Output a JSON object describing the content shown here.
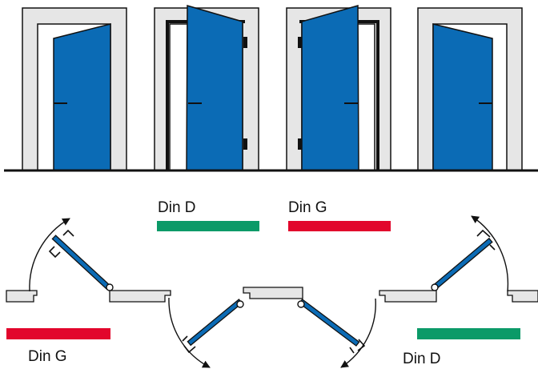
{
  "colors": {
    "door": "#0b6bb5",
    "door_dark": "#0a3f73",
    "frame_fill": "#e6e6e6",
    "frame_stroke": "#111111",
    "din_d": "#0b9a68",
    "din_g": "#e2062c"
  },
  "labels": {
    "din_d_top": "Din D",
    "din_g_top": "Din G",
    "din_g_bottom": "Din G",
    "din_d_bottom": "Din D"
  }
}
